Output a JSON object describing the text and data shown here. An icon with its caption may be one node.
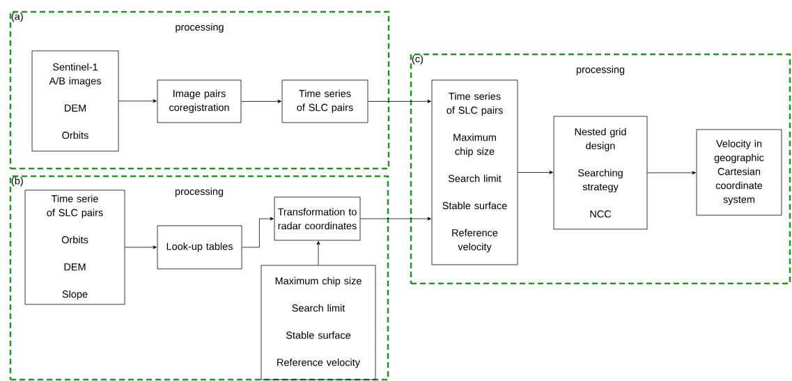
{
  "diagram": {
    "nodes": [
      {
        "text": [
          "(a)",
          "processing"
        ]
      },
      {
        "text": [
          "Sentinel-1 A/B images",
          "DEM",
          "Orbits"
        ],
        "in": 0
      },
      {
        "text": [
          "Image pairs coregistration"
        ],
        "in": 0
      },
      {
        "text": [
          "Time series of SLC pairs"
        ],
        "in": 0
      },
      {
        "text": [
          "(b)",
          "processing"
        ]
      },
      {
        "text": [
          "Time serie of SLC pairs",
          "Orbits",
          "DEM",
          "Slope"
        ],
        "in": 4
      },
      {
        "text": [
          "Look-up tables"
        ],
        "in": 4
      },
      {
        "text": [
          "Transformation to radar coordinates"
        ],
        "in": 4
      },
      {
        "text": [
          "Maximum chip size",
          "Search limit",
          "Stable surface",
          "Reference velocity"
        ],
        "in": 4
      },
      {
        "text": [
          "(c)",
          "processing"
        ]
      },
      {
        "text": [
          "Time series of SLC pairs",
          "Maximum chip size",
          "Search limit",
          "Stable surface",
          "Reference velocity"
        ],
        "in": 9
      },
      {
        "text": [
          "Nested grid design",
          "Searching strategy",
          "NCC"
        ],
        "in": 9
      },
      {
        "text": [
          "Velocity in geographic Cartesian coordinate system"
        ],
        "in": 9
      }
    ],
    "edges": [
      {
        "from": 1,
        "to": 2,
        "arrow": "to"
      },
      {
        "from": 2,
        "to": 3,
        "arrow": "to"
      },
      {
        "from": 3,
        "to": 10,
        "arrow": "to"
      },
      {
        "from": 5,
        "to": 6,
        "arrow": "to"
      },
      {
        "from": 6,
        "to": 7,
        "arrow": "to"
      },
      {
        "from": 8,
        "to": 7,
        "arrow": "to"
      },
      {
        "from": 7,
        "to": 10,
        "arrow": "to"
      },
      {
        "from": 10,
        "to": 11,
        "arrow": "to"
      },
      {
        "from": 11,
        "to": 12,
        "arrow": "to"
      }
    ]
  }
}
